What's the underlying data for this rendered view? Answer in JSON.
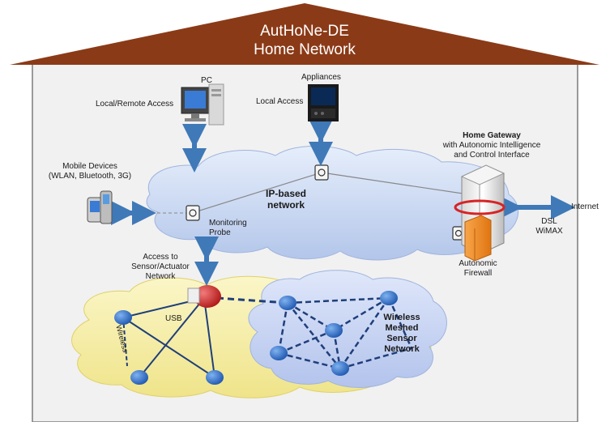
{
  "header": {
    "title_line1": "AutHoNe-DE",
    "title_line2": "Home Network"
  },
  "nodes": {
    "pc": "PC",
    "local_remote_access": "Local/Remote Access",
    "appliances": "Appliances",
    "local_access": "Local Access",
    "mobile_line1": "Mobile Devices",
    "mobile_line2": "(WLAN, Bluetooth, 3G)",
    "gateway_title": "Home Gateway",
    "gateway_line2": "with Autonomic Intelligence",
    "gateway_line3": "and Control Interface",
    "internet": "Internet",
    "dsl_line1": "DSL",
    "dsl_line2": "WiMAX",
    "ip_line1": "IP-based",
    "ip_line2": "network",
    "probe_line1": "Monitoring",
    "probe_line2": "Probe",
    "access_line1": "Access to",
    "access_line2": "Sensor/Actuator",
    "access_line3": "Network",
    "firewall_line1": "Autonomic",
    "firewall_line2": "Firewall",
    "usb": "USB",
    "wireless": "Wireless",
    "mesh_line1": "Wireless",
    "mesh_line2": "Meshed",
    "mesh_line3": "Sensor",
    "mesh_line4": "Network"
  },
  "colors": {
    "roof": "#8b3a17",
    "house_fill": "#f2f2f2",
    "house_border": "#777777",
    "ip_cloud": "#c8d6f0",
    "sensor_cloud": "#f7f0a8",
    "mesh_cloud": "#c9d5f2",
    "arrow": "#3f79b8",
    "sensor_node": "#2f6fc7",
    "router": "#cc2222",
    "firewall": "#f08a1d"
  }
}
